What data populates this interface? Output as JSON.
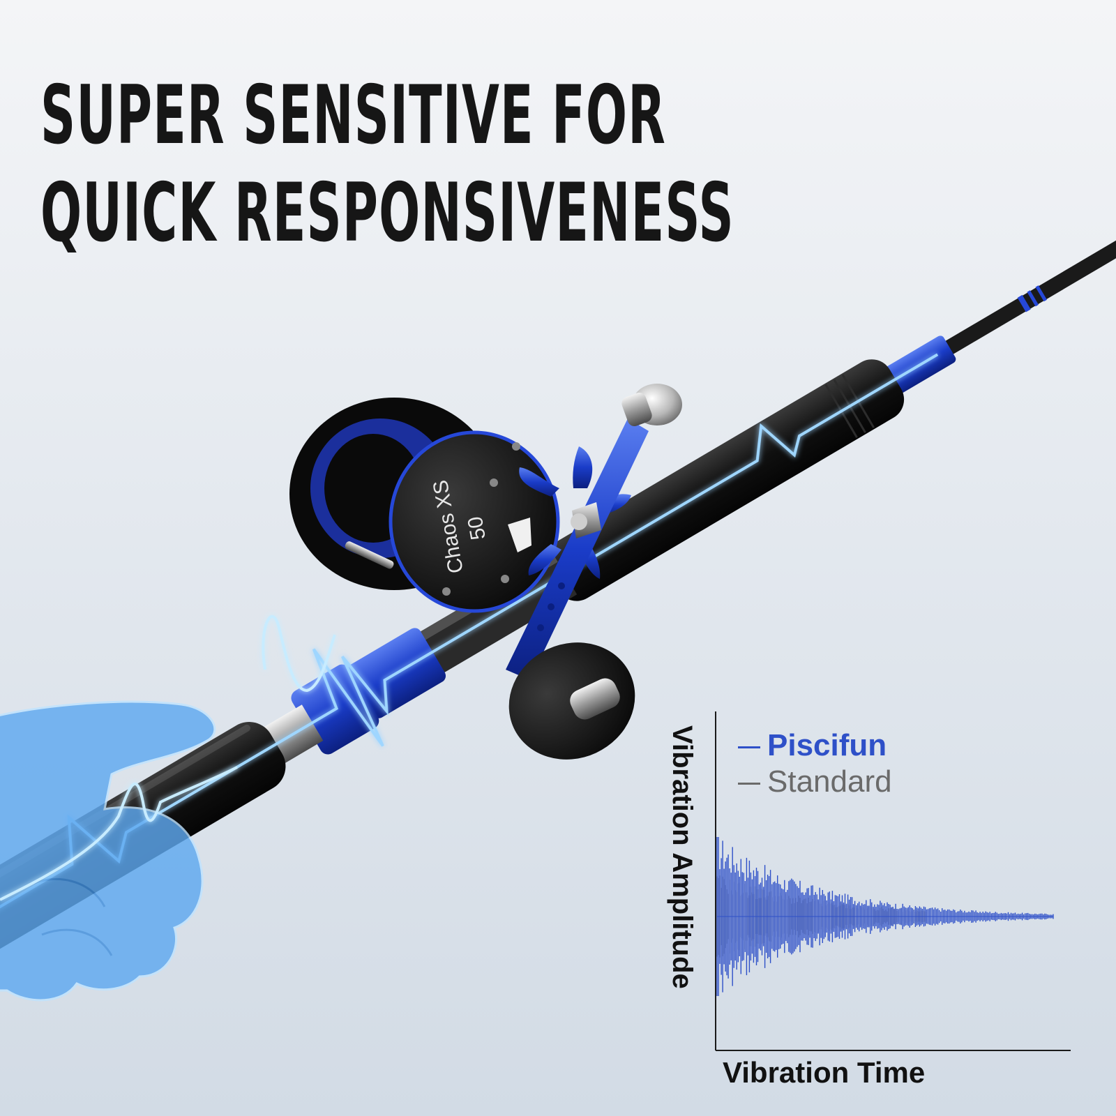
{
  "headline": {
    "line1": "SUPER SENSITIVE FOR",
    "line2": "QUICK RESPONSIVENESS"
  },
  "reel_label": {
    "model": "Chaos XS",
    "size": "50"
  },
  "chart": {
    "legend": [
      {
        "name": "Piscifun",
        "color": "#2e50c8"
      },
      {
        "name": "Standard",
        "color": "#6a6a6a"
      }
    ],
    "ylabel": "Vibration Amplitude",
    "xlabel": "Vibration Time"
  },
  "colors": {
    "accent_blue": "#1e3fc4",
    "rod_black": "#141414",
    "pulse_glow": "#7ec8ff"
  }
}
